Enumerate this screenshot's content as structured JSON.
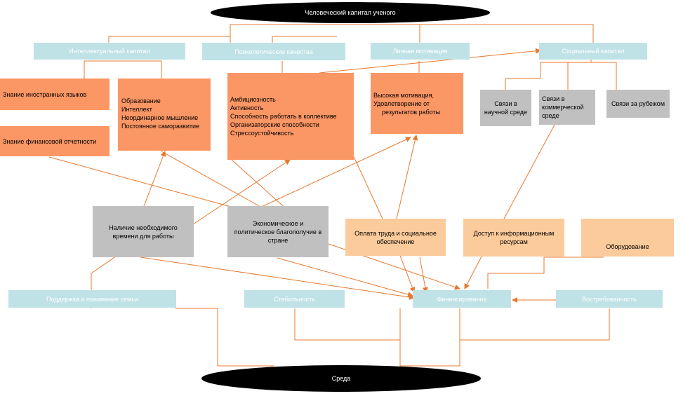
{
  "top": "Человеческий капитал ученого",
  "bottom": "Среда",
  "categories": {
    "intellectual": "Интеллектуальный капитал",
    "psychological": "Психологические качества",
    "motivation": "Личная мотивация",
    "social": "Социальный капитал",
    "family": "Поддержка и понимание семьи",
    "stability": "Стабильность",
    "financing": "Финансирование",
    "demand": "Востребованность"
  },
  "intellectual_items": {
    "languages": "Знание иностранных языков",
    "finance": "Знание финансовой отчетности",
    "education": [
      "Образование",
      "Интеллект",
      "Неординарное мышление",
      "Постоянное саморазвитие"
    ]
  },
  "psych_items": [
    "Амбициозность",
    "Активность",
    "Способность работать в коллективе",
    "Организаторские способности",
    "Стрессоустойчивость"
  ],
  "motivation_items": [
    "Высокая мотивация,",
    "Удовлетворение от",
    "результатов работы"
  ],
  "social_items": {
    "science": "Связи в научной среде",
    "commerce": "Связи в коммерческой среде",
    "abroad": "Связи за рубежом"
  },
  "environment_items": {
    "time": "Наличие необходимого времени для работы",
    "econ": "Экономическое и политическое благополучие в стране",
    "pay": "Оплата труда и социальное обеспечение",
    "access": "Доступ к информационным ресурсам",
    "equipment": "Оборудование"
  },
  "colors": {
    "blue_box": "#bfe2e6",
    "dark_orange": "#fb9665",
    "light_orange": "#fccb9b",
    "grey": "#c0c0c0",
    "line": "#e8782c",
    "ellipse": "#000000"
  }
}
